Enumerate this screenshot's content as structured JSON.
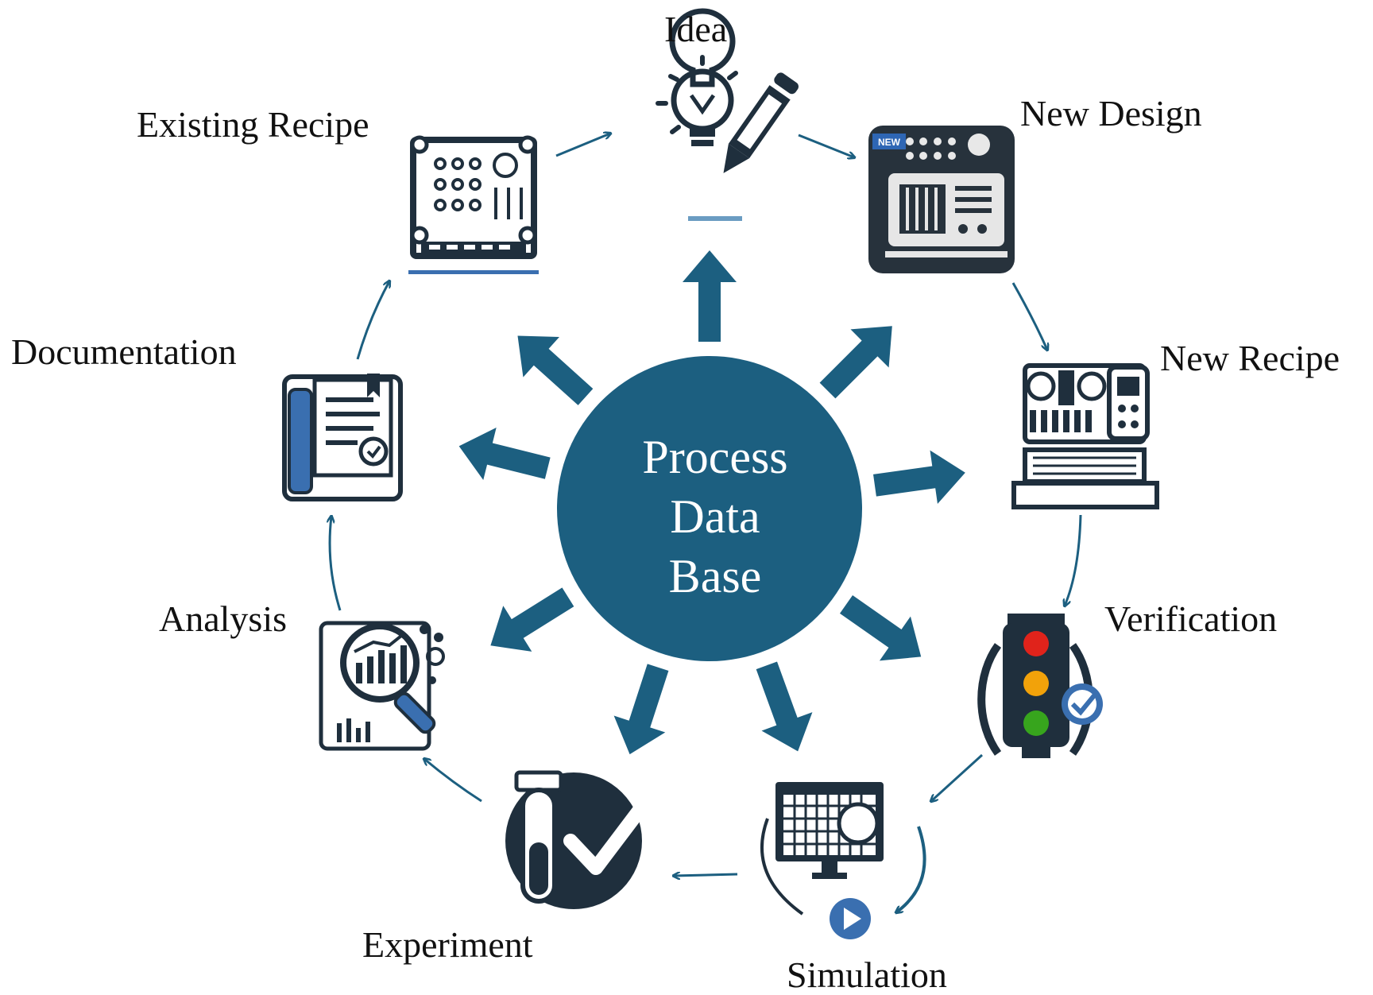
{
  "center": {
    "line1": "Process",
    "line2": "Data",
    "line3": "Base"
  },
  "stages": {
    "idea": "Idea",
    "new_design": "New Design",
    "new_recipe": "New Recipe",
    "verification": "Verification",
    "simulation": "Simulation",
    "experiment": "Experiment",
    "analysis": "Analysis",
    "documentation": "Documentation",
    "existing_recipe": "Existing Recipe"
  },
  "badges": {
    "new": "NEW"
  },
  "colors": {
    "hub": "#1c5f80",
    "arrow": "#1c5f80",
    "icon_dark": "#1f2f3d",
    "accent_blue": "#3a6fb0",
    "light_red": "#e0231b",
    "light_yellow": "#f2a20a",
    "light_green": "#37a51d"
  },
  "icons": [
    "lightbulb-pencil-icon",
    "machine-panel-icon",
    "recipe-machine-icon",
    "traffic-light-check-icon",
    "monitor-play-icon",
    "test-tube-check-icon",
    "magnifier-chart-icon",
    "certificate-book-icon",
    "circuit-board-icon"
  ]
}
